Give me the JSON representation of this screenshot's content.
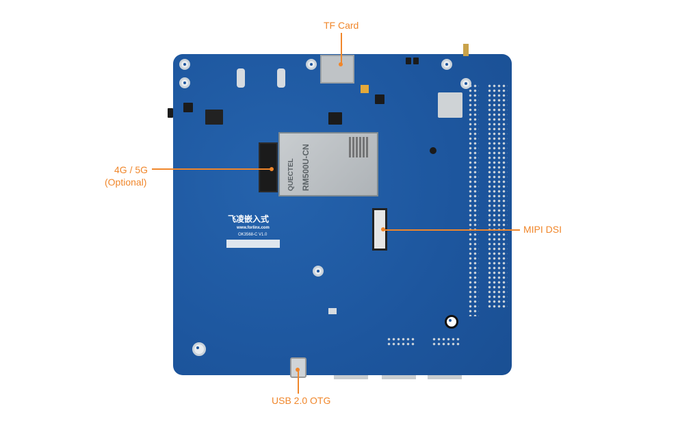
{
  "callouts": {
    "tf_card": "TF Card",
    "cellular_line1": "4G / 5G",
    "cellular_line2": "(Optional)",
    "mipi_dsi": "MIPI DSI",
    "usb_otg": "USB 2.0 OTG"
  },
  "board": {
    "module_brand": "QUECTEL",
    "module_model": "RM500U-CN",
    "logo_text": "飞凌嵌入式",
    "website": "www.forlinx.com",
    "board_model": "OK3568-C V1.0"
  },
  "colors": {
    "accent": "#f0862a",
    "pcb": "#1f5aa3"
  }
}
